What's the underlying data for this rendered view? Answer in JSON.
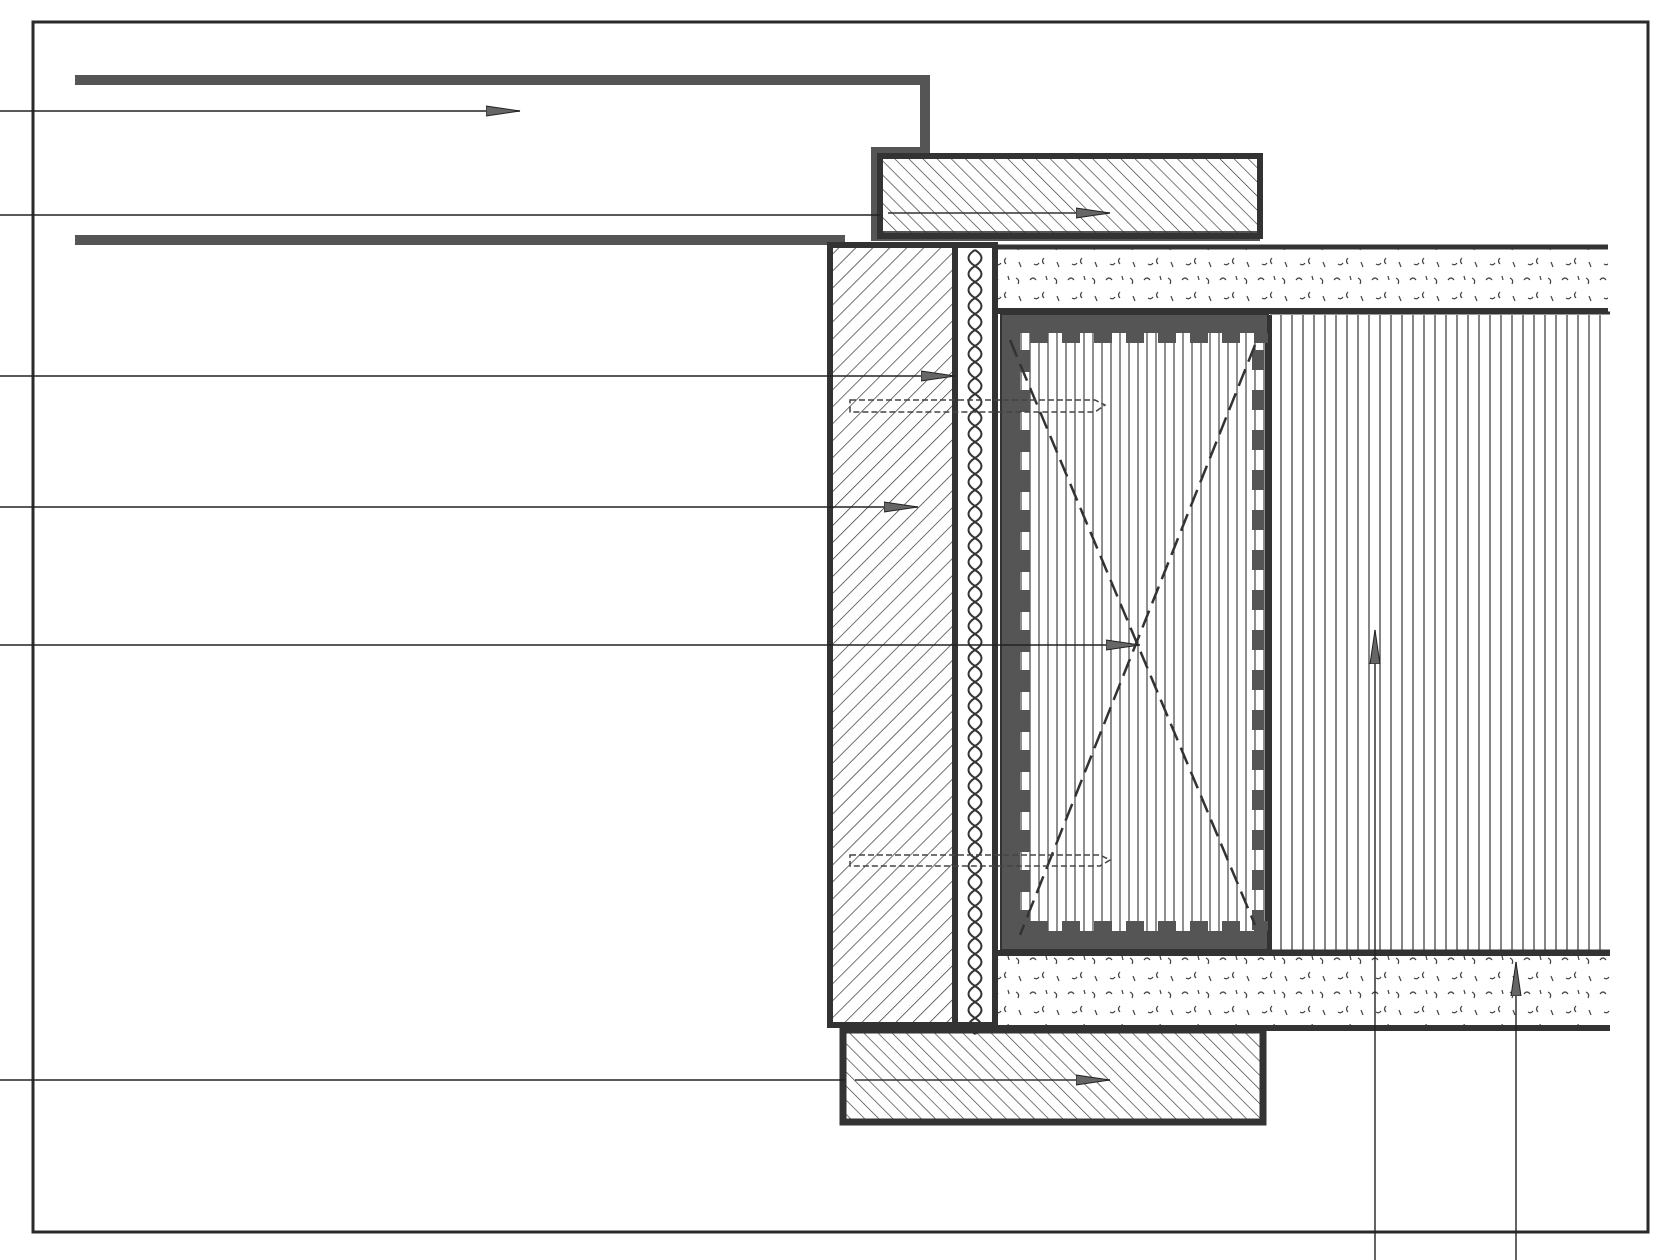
{
  "diagram": {
    "kind": "architectural cross-section detail (window/door frame in wall)",
    "colors": {
      "background": "#ffffff",
      "line": "#2a2a2a",
      "wall_fill": "#5a5a5a",
      "hatch": "#333333",
      "insulation_dots": "#444444"
    },
    "components": [
      "outer-frame",
      "top-flashing-profile",
      "top-reveal-block",
      "left-wall-block",
      "insulation-strip",
      "upper-plaster-layer",
      "lower-plaster-layer",
      "frame-profile",
      "glazing-panel",
      "bottom-reveal-block",
      "diagonal-cross-dashes"
    ],
    "leader_count": 8
  }
}
